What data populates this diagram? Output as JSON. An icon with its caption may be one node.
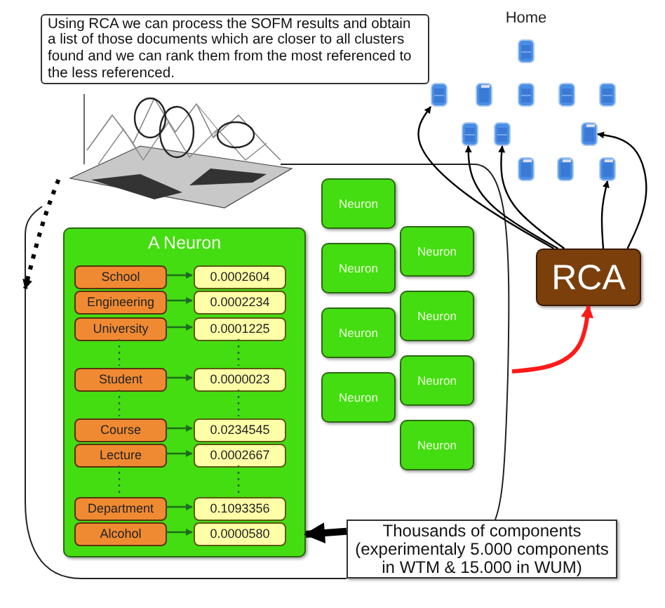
{
  "diagram": {
    "nodes": [
      {
        "text": [
          "Using RCA we can process the SOFM results and obtain a list of those documents which are closer to all clusters found and we can rank them from the most referenced to the less referenced."
        ]
      },
      {
        "text": [],
        "shape": "picture"
      },
      {
        "text": [
          "Home"
        ]
      },
      {
        "text": [],
        "shape": "box"
      },
      {
        "text": [],
        "shape": "box"
      },
      {
        "text": [],
        "shape": "box"
      },
      {
        "text": [],
        "shape": "box"
      },
      {
        "text": [],
        "shape": "box"
      },
      {
        "text": [],
        "shape": "box"
      },
      {
        "text": [],
        "shape": "box"
      },
      {
        "text": [],
        "shape": "box"
      },
      {
        "text": [],
        "shape": "box"
      },
      {
        "text": [],
        "shape": "box"
      },
      {
        "text": [],
        "shape": "box"
      },
      {
        "text": [],
        "shape": "cloud"
      },
      {
        "text": [
          "A Neuron"
        ],
        "in": 14
      },
      {
        "text": [
          "School"
        ],
        "in": 15
      },
      {
        "text": [
          "0.0002604"
        ],
        "in": 15
      },
      {
        "text": [
          "Engineering"
        ],
        "in": 15
      },
      {
        "text": [
          "0.0002234"
        ],
        "in": 15
      },
      {
        "text": [
          "University"
        ],
        "in": 15
      },
      {
        "text": [
          "0.0001225"
        ],
        "in": 15
      },
      {
        "text": [
          "Student"
        ],
        "in": 15
      },
      {
        "text": [
          "0.0000023"
        ],
        "in": 15
      },
      {
        "text": [
          "Course"
        ],
        "in": 15
      },
      {
        "text": [
          "0.0234545"
        ],
        "in": 15
      },
      {
        "text": [
          "Lecture"
        ],
        "in": 15
      },
      {
        "text": [
          "0.0002667"
        ],
        "in": 15
      },
      {
        "text": [
          "Department"
        ],
        "in": 15
      },
      {
        "text": [
          "0.1093356"
        ],
        "in": 15
      },
      {
        "text": [
          "Alcohol"
        ],
        "in": 15
      },
      {
        "text": [
          "0.0000580"
        ],
        "in": 15
      },
      {
        "text": [
          "Neuron"
        ],
        "in": 14
      },
      {
        "text": [
          "Neuron"
        ],
        "in": 14
      },
      {
        "text": [
          "Neuron"
        ],
        "in": 14
      },
      {
        "text": [
          "Neuron"
        ],
        "in": 14
      },
      {
        "text": [
          "Neuron"
        ],
        "in": 14
      },
      {
        "text": [
          "Neuron"
        ],
        "in": 14
      },
      {
        "text": [
          "Neuron"
        ],
        "in": 14
      },
      {
        "text": [
          "Neuron"
        ],
        "in": 14
      },
      {
        "text": [
          "RCA"
        ]
      },
      {
        "text": [
          "Thousands of components (experimentaly 5.000 components in WTM & 15.000 in WUM)"
        ]
      }
    ],
    "edges": [
      {
        "from": 1,
        "to": 14,
        "arrow": "to",
        "style": "dashed",
        "color": "#000000"
      },
      {
        "from": 16,
        "to": 17,
        "arrow": "to",
        "color": "#1e6b1e"
      },
      {
        "from": 18,
        "to": 19,
        "arrow": "to",
        "color": "#1e6b1e"
      },
      {
        "from": 20,
        "to": 21,
        "arrow": "to",
        "color": "#1e6b1e"
      },
      {
        "from": 22,
        "to": 23,
        "arrow": "to",
        "color": "#1e6b1e"
      },
      {
        "from": 24,
        "to": 25,
        "arrow": "to",
        "color": "#1e6b1e"
      },
      {
        "from": 26,
        "to": 27,
        "arrow": "to",
        "color": "#1e6b1e"
      },
      {
        "from": 28,
        "to": 29,
        "arrow": "to",
        "color": "#1e6b1e"
      },
      {
        "from": 30,
        "to": 31,
        "arrow": "to",
        "color": "#1e6b1e"
      },
      {
        "from": 20,
        "to": 22,
        "arrow": "none",
        "style": "dashed",
        "color": "#1e6b1e"
      },
      {
        "from": 21,
        "to": 23,
        "arrow": "none",
        "style": "dashed",
        "color": "#1e6b1e"
      },
      {
        "from": 22,
        "to": 24,
        "arrow": "none",
        "style": "dashed",
        "color": "#1e6b1e"
      },
      {
        "from": 23,
        "to": 25,
        "arrow": "none",
        "style": "dashed",
        "color": "#1e6b1e"
      },
      {
        "from": 26,
        "to": 28,
        "arrow": "none",
        "style": "dashed",
        "color": "#1e6b1e"
      },
      {
        "from": 27,
        "to": 29,
        "arrow": "none",
        "style": "dashed",
        "color": "#1e6b1e"
      },
      {
        "from": 41,
        "to": 15,
        "arrow": "to",
        "style": "thick",
        "color": "#000000"
      },
      {
        "from": 14,
        "to": 40,
        "arrow": "to",
        "style": "thick",
        "color": "#ff1a1a"
      },
      {
        "from": 40,
        "to": 3,
        "arrow": "to",
        "color": "#000000"
      },
      {
        "from": 40,
        "to": 8,
        "arrow": "to",
        "color": "#000000"
      },
      {
        "from": 40,
        "to": 9,
        "arrow": "to",
        "color": "#000000"
      },
      {
        "from": 40,
        "to": 10,
        "arrow": "to",
        "color": "#000000"
      },
      {
        "from": 40,
        "to": 13,
        "arrow": "to",
        "color": "#000000"
      }
    ]
  }
}
